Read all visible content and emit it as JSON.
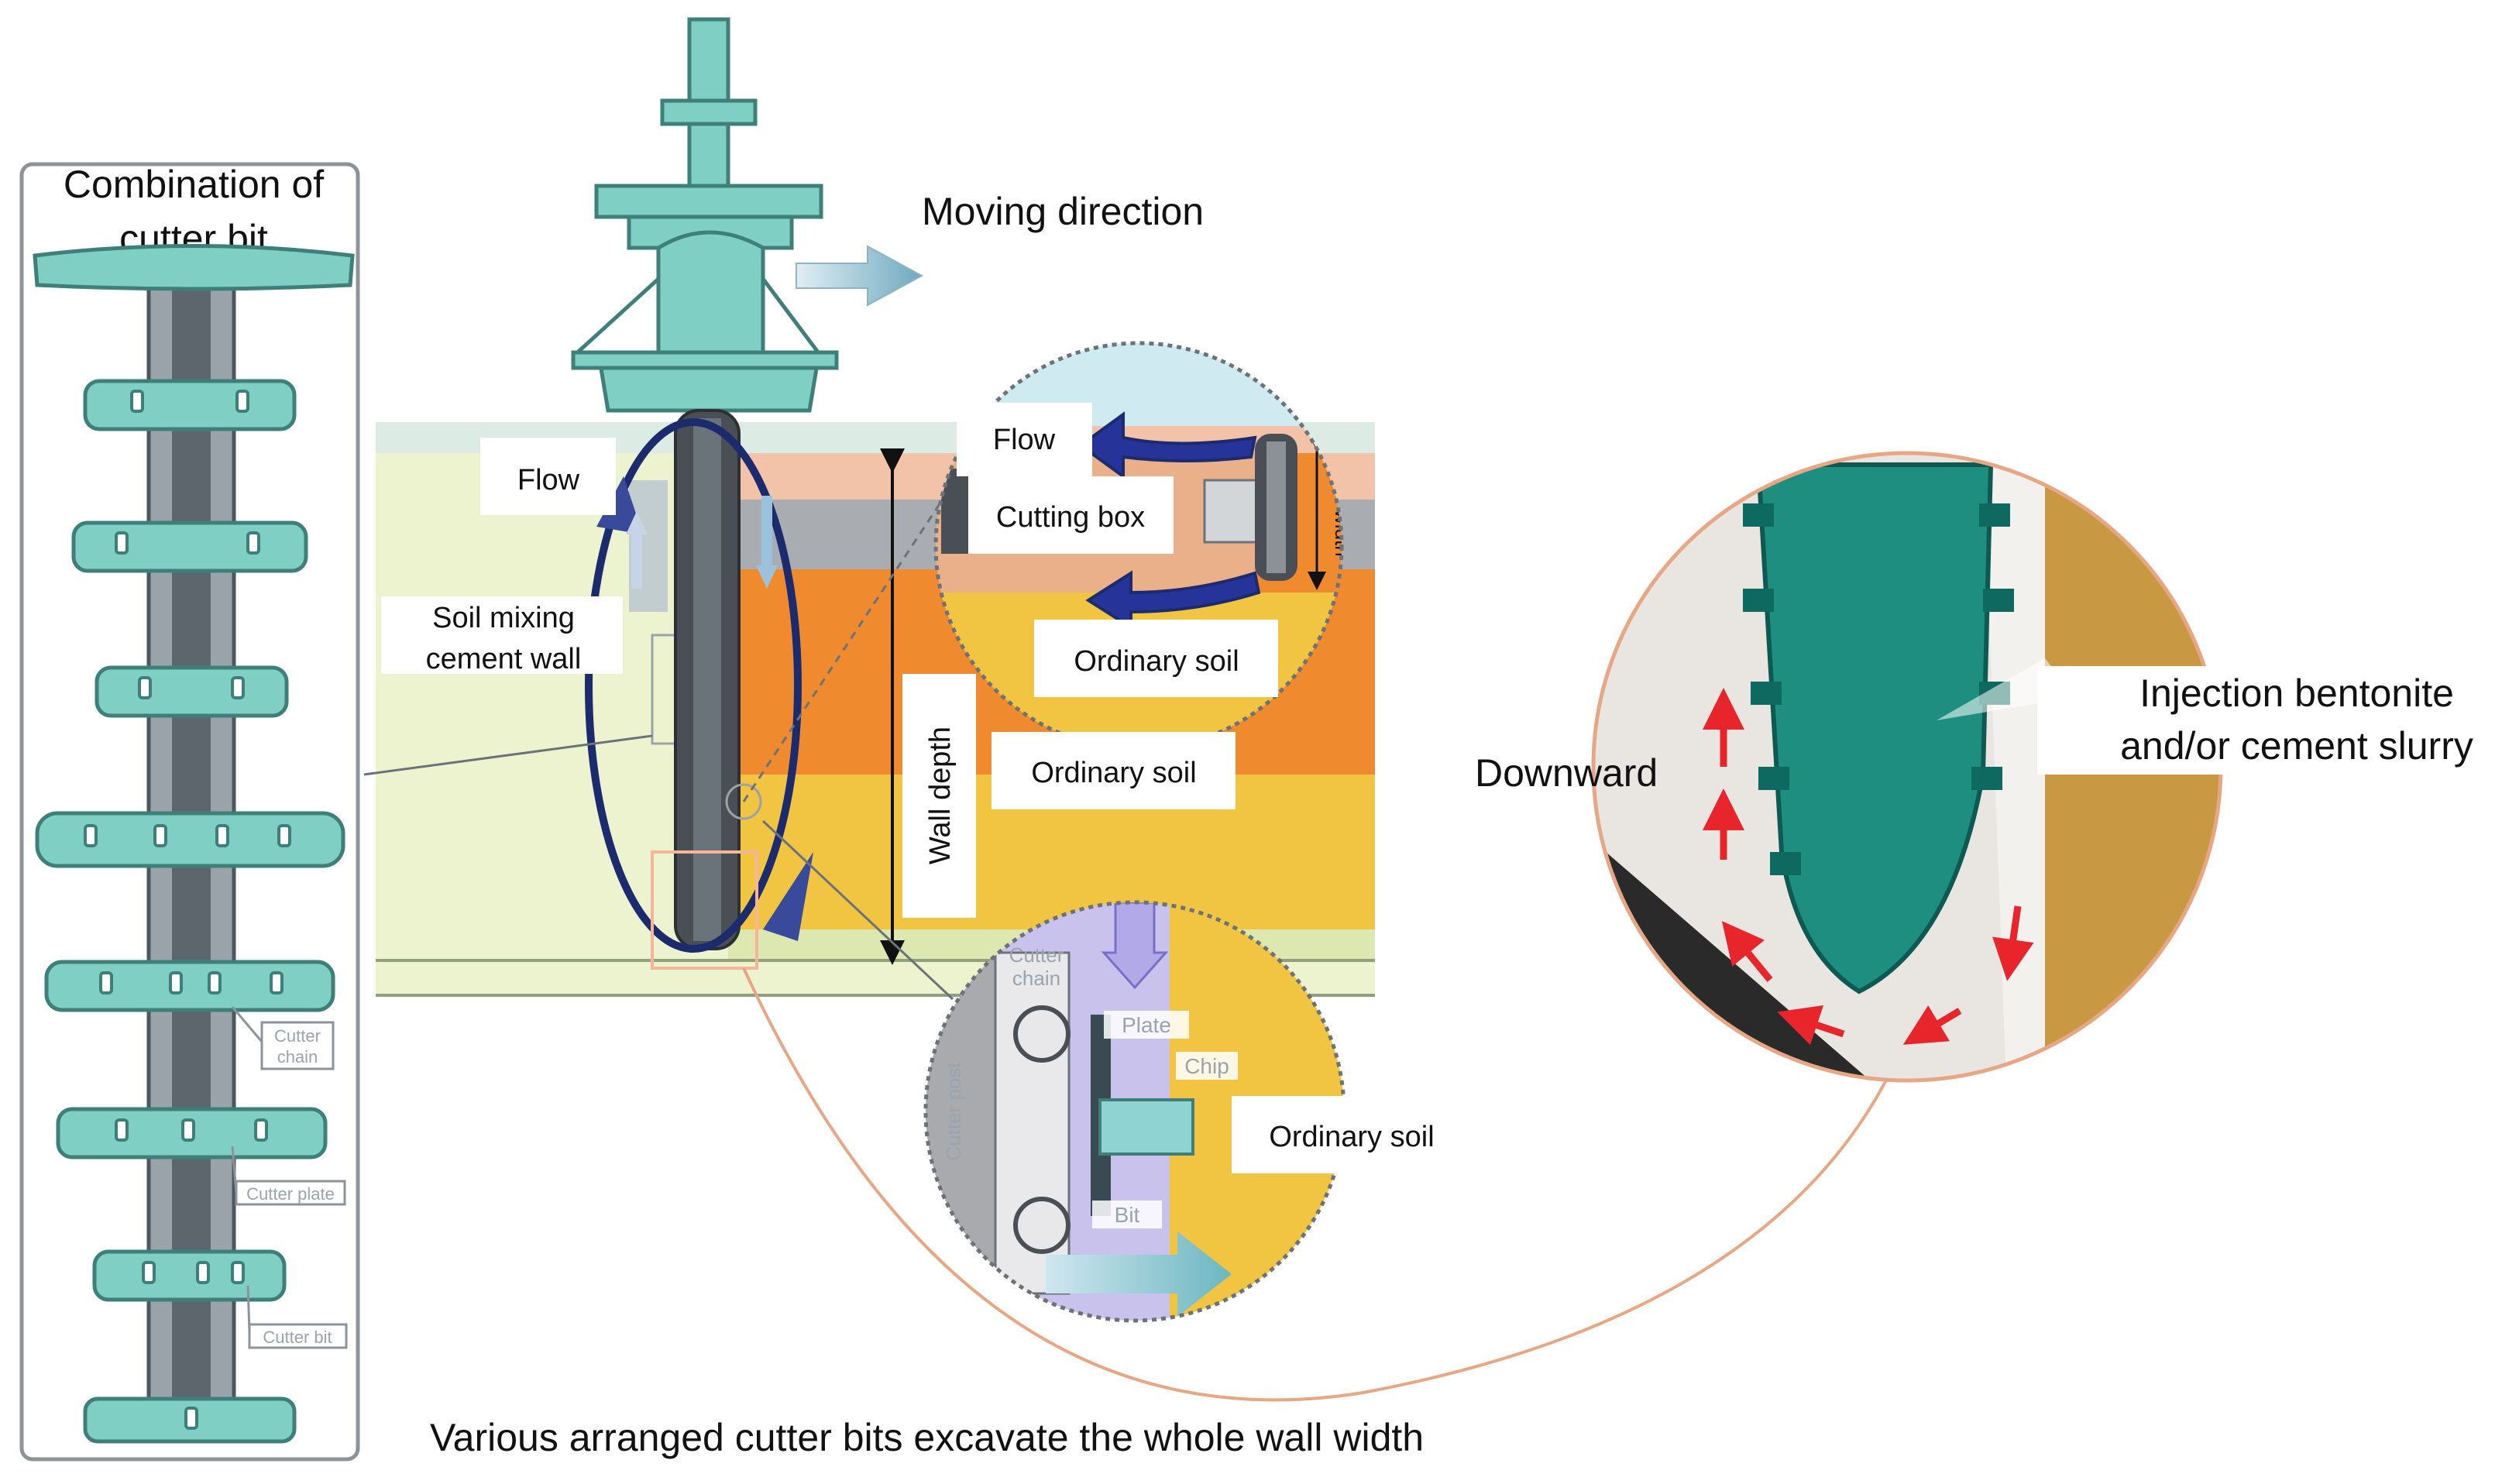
{
  "panel_title": "Combination of cutter bit",
  "labels": {
    "moving_direction": "Moving direction",
    "flow_main": "Flow",
    "flow_inset": "Flow",
    "cutting_box": "Cutting box",
    "soil_mixing": "Soil mixing cement wall",
    "ordinary_soil_inset": "Ordinary soil",
    "ordinary_soil_main": "Ordinary soil",
    "wall_depth": "Wall depth",
    "wall_width": "Wall width",
    "ordinary_soil_detail": "Ordinary soil",
    "downward": "Downward",
    "injection": "Injection bentonite and/or cement slurry",
    "caption": "Various arranged cutter bits excavate the whole wall width"
  },
  "small_labels": {
    "cutter_chain": "Cutter chain",
    "cutter_plate": "Cutter plate",
    "cutter_bit": "Cutter bit",
    "cutter_post": "Cutter post",
    "plate": "Plate",
    "chip": "Chip",
    "bit": "Bit"
  },
  "colors": {
    "machine_teal": "#7fcfc4",
    "machine_stroke": "#3e7f7a",
    "chain_dark": "#4a4f55",
    "flow_arrow": "#1c2a6e",
    "soil_green_light": "#eef3cf",
    "soil_orange": "#f08a2e",
    "soil_yellow": "#f1c542",
    "soil_peach": "#f2c3a8",
    "detail_purple": "#c8c2ec",
    "outline_peach": "#e8a784",
    "red_arrow": "#e8252a"
  }
}
